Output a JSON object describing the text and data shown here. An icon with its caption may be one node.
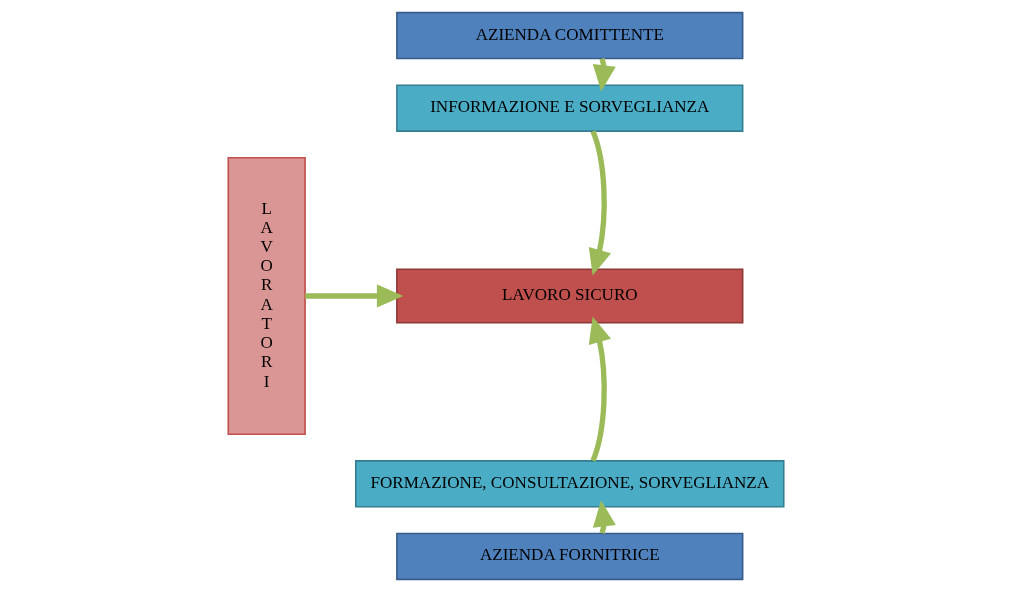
{
  "diagram": {
    "nodes": [
      {
        "text": [
          "L A V O R A T O R I"
        ]
      },
      {
        "text": [
          "AZIENDA COMITTENTE"
        ]
      },
      {
        "text": [
          "INFORMAZIONE E SORVEGLIANZA"
        ]
      },
      {
        "text": [
          "LAVORO SICURO"
        ]
      },
      {
        "text": [
          "FORMAZIONE, CONSULTAZIONE, SORVEGLIANZA"
        ]
      },
      {
        "text": [
          "AZIENDA FORNITRICE"
        ]
      }
    ],
    "edges": [
      {
        "from": 1,
        "to": 2,
        "arrow": "to"
      },
      {
        "from": 2,
        "to": 3,
        "arrow": "to"
      },
      {
        "from": 5,
        "to": 4,
        "arrow": "to"
      },
      {
        "from": 4,
        "to": 3,
        "arrow": "to"
      },
      {
        "from": 0,
        "to": 3,
        "arrow": "to"
      }
    ]
  }
}
